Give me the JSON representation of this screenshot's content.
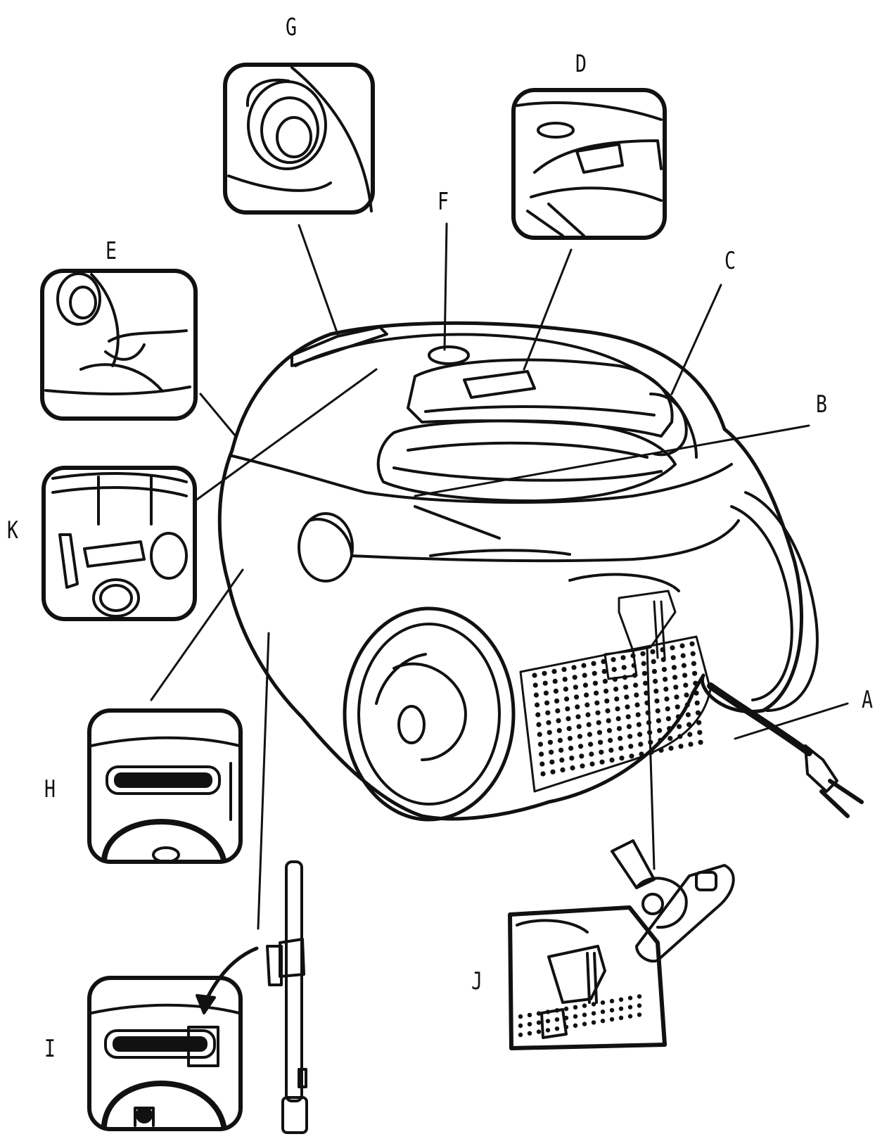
{
  "labels": {
    "a": "A",
    "b": "B",
    "c": "C",
    "d": "D",
    "e": "E",
    "f": "F",
    "g": "G",
    "h": "H",
    "i": "I",
    "j": "J",
    "k": "K"
  },
  "colors": {
    "ink": "#111111",
    "paper": "#ffffff"
  }
}
